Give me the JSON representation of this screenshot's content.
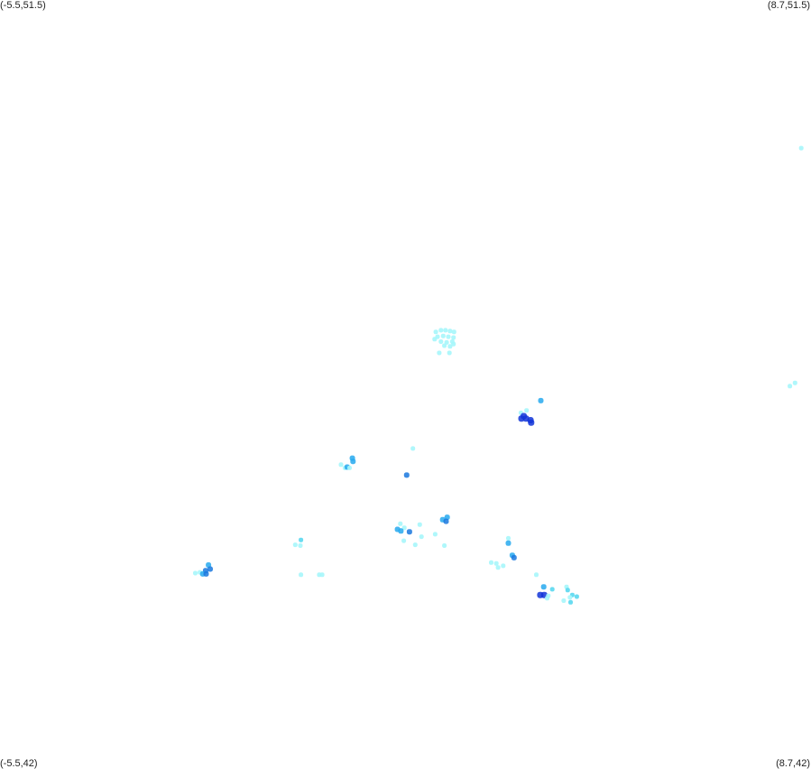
{
  "corners": {
    "top_left": "(-5.5,51.5)",
    "top_right": "(8.7,51.5)",
    "bottom_left": "(-5.5,42)",
    "bottom_right": "(8.7,42)"
  },
  "bounds": {
    "lon_min": -5.5,
    "lon_max": 8.7,
    "lat_min": 42,
    "lat_max": 51.5
  },
  "colors": {
    "light": "#a6f6fb",
    "cyan": "#5ad8ef",
    "mid": "#27a9ee",
    "dark": "#1a78de",
    "deep": "#1235d8",
    "background": "#ffffff"
  },
  "points": [
    {
      "lon": 8.53,
      "lat": 49.67,
      "level": "light"
    },
    {
      "lon": 2.13,
      "lat": 47.4,
      "level": "light"
    },
    {
      "lon": 2.22,
      "lat": 47.42,
      "level": "light"
    },
    {
      "lon": 2.3,
      "lat": 47.42,
      "level": "light"
    },
    {
      "lon": 2.38,
      "lat": 47.41,
      "level": "light"
    },
    {
      "lon": 2.45,
      "lat": 47.4,
      "level": "light"
    },
    {
      "lon": 2.16,
      "lat": 47.34,
      "level": "light"
    },
    {
      "lon": 2.26,
      "lat": 47.35,
      "level": "light"
    },
    {
      "lon": 2.35,
      "lat": 47.34,
      "level": "light"
    },
    {
      "lon": 2.44,
      "lat": 47.33,
      "level": "light"
    },
    {
      "lon": 2.22,
      "lat": 47.28,
      "level": "light"
    },
    {
      "lon": 2.32,
      "lat": 47.27,
      "level": "light"
    },
    {
      "lon": 2.42,
      "lat": 47.28,
      "level": "light"
    },
    {
      "lon": 2.28,
      "lat": 47.23,
      "level": "light"
    },
    {
      "lon": 2.38,
      "lat": 47.22,
      "level": "light"
    },
    {
      "lon": 2.44,
      "lat": 47.25,
      "level": "light"
    },
    {
      "lon": 2.11,
      "lat": 47.31,
      "level": "light"
    },
    {
      "lon": 2.19,
      "lat": 47.14,
      "level": "light"
    },
    {
      "lon": 2.37,
      "lat": 47.14,
      "level": "light"
    },
    {
      "lon": 8.42,
      "lat": 46.77,
      "level": "light"
    },
    {
      "lon": 8.33,
      "lat": 46.73,
      "level": "light"
    },
    {
      "lon": 3.97,
      "lat": 46.55,
      "level": "mid"
    },
    {
      "lon": 3.62,
      "lat": 46.4,
      "level": "light"
    },
    {
      "lon": 3.72,
      "lat": 46.43,
      "level": "light"
    },
    {
      "lon": 3.63,
      "lat": 46.33,
      "level": "deep"
    },
    {
      "lon": 3.71,
      "lat": 46.33,
      "level": "deep"
    },
    {
      "lon": 3.67,
      "lat": 46.36,
      "level": "deep"
    },
    {
      "lon": 3.79,
      "lat": 46.31,
      "level": "deep"
    },
    {
      "lon": 3.8,
      "lat": 46.28,
      "level": "deep"
    },
    {
      "lon": 1.73,
      "lat": 45.96,
      "level": "light"
    },
    {
      "lon": 0.67,
      "lat": 45.84,
      "level": "mid"
    },
    {
      "lon": 0.68,
      "lat": 45.8,
      "level": "mid"
    },
    {
      "lon": 0.47,
      "lat": 45.76,
      "level": "light"
    },
    {
      "lon": 0.54,
      "lat": 45.72,
      "level": "light"
    },
    {
      "lon": 0.58,
      "lat": 45.73,
      "level": "mid"
    },
    {
      "lon": 0.62,
      "lat": 45.72,
      "level": "light"
    },
    {
      "lon": 1.62,
      "lat": 45.63,
      "level": "dark"
    },
    {
      "lon": 2.33,
      "lat": 45.11,
      "level": "mid"
    },
    {
      "lon": 2.25,
      "lat": 45.08,
      "level": "mid"
    },
    {
      "lon": 2.31,
      "lat": 45.06,
      "level": "dark"
    },
    {
      "lon": 1.51,
      "lat": 45.03,
      "level": "light"
    },
    {
      "lon": 1.58,
      "lat": 44.98,
      "level": "light"
    },
    {
      "lon": 1.85,
      "lat": 45.02,
      "level": "light"
    },
    {
      "lon": 1.46,
      "lat": 44.96,
      "level": "mid"
    },
    {
      "lon": 1.52,
      "lat": 44.94,
      "level": "mid"
    },
    {
      "lon": 1.67,
      "lat": 44.93,
      "level": "dark"
    },
    {
      "lon": 2.12,
      "lat": 44.9,
      "level": "light"
    },
    {
      "lon": 1.88,
      "lat": 44.87,
      "level": "light"
    },
    {
      "lon": 1.57,
      "lat": 44.82,
      "level": "light"
    },
    {
      "lon": 1.77,
      "lat": 44.77,
      "level": "light"
    },
    {
      "lon": 2.28,
      "lat": 44.76,
      "level": "light"
    },
    {
      "lon": 3.4,
      "lat": 44.85,
      "level": "light"
    },
    {
      "lon": 3.4,
      "lat": 44.79,
      "level": "mid"
    },
    {
      "lon": 3.47,
      "lat": 44.64,
      "level": "mid"
    },
    {
      "lon": 3.5,
      "lat": 44.61,
      "level": "dark"
    },
    {
      "lon": 3.1,
      "lat": 44.55,
      "level": "light"
    },
    {
      "lon": 3.19,
      "lat": 44.54,
      "level": "light"
    },
    {
      "lon": 3.31,
      "lat": 44.51,
      "level": "light"
    },
    {
      "lon": 3.22,
      "lat": 44.49,
      "level": "light"
    },
    {
      "lon": 3.89,
      "lat": 44.4,
      "level": "light"
    },
    {
      "lon": 4.02,
      "lat": 44.25,
      "level": "mid"
    },
    {
      "lon": 4.17,
      "lat": 44.22,
      "level": "cyan"
    },
    {
      "lon": 3.96,
      "lat": 44.15,
      "level": "deep"
    },
    {
      "lon": 4.03,
      "lat": 44.15,
      "level": "deep"
    },
    {
      "lon": 4.1,
      "lat": 44.14,
      "level": "light"
    },
    {
      "lon": 4.08,
      "lat": 44.11,
      "level": "light"
    },
    {
      "lon": 4.42,
      "lat": 44.25,
      "level": "light"
    },
    {
      "lon": 4.44,
      "lat": 44.21,
      "level": "cyan"
    },
    {
      "lon": 4.52,
      "lat": 44.15,
      "level": "cyan"
    },
    {
      "lon": 4.6,
      "lat": 44.13,
      "level": "cyan"
    },
    {
      "lon": 4.48,
      "lat": 44.12,
      "level": "light"
    },
    {
      "lon": 4.37,
      "lat": 44.08,
      "level": "light"
    },
    {
      "lon": 4.49,
      "lat": 44.06,
      "level": "cyan"
    },
    {
      "lon": -1.85,
      "lat": 44.52,
      "level": "mid"
    },
    {
      "lon": -1.82,
      "lat": 44.47,
      "level": "dark"
    },
    {
      "lon": -1.9,
      "lat": 44.45,
      "level": "dark"
    },
    {
      "lon": -2.0,
      "lat": 44.43,
      "level": "light"
    },
    {
      "lon": -1.95,
      "lat": 44.41,
      "level": "mid"
    },
    {
      "lon": -1.89,
      "lat": 44.41,
      "level": "dark"
    },
    {
      "lon": -2.08,
      "lat": 44.42,
      "level": "light"
    },
    {
      "lon": -0.23,
      "lat": 44.83,
      "level": "cyan"
    },
    {
      "lon": -0.33,
      "lat": 44.77,
      "level": "light"
    },
    {
      "lon": -0.24,
      "lat": 44.76,
      "level": "light"
    },
    {
      "lon": -0.23,
      "lat": 44.4,
      "level": "light"
    },
    {
      "lon": 0.09,
      "lat": 44.4,
      "level": "light"
    },
    {
      "lon": 0.14,
      "lat": 44.4,
      "level": "light"
    }
  ]
}
